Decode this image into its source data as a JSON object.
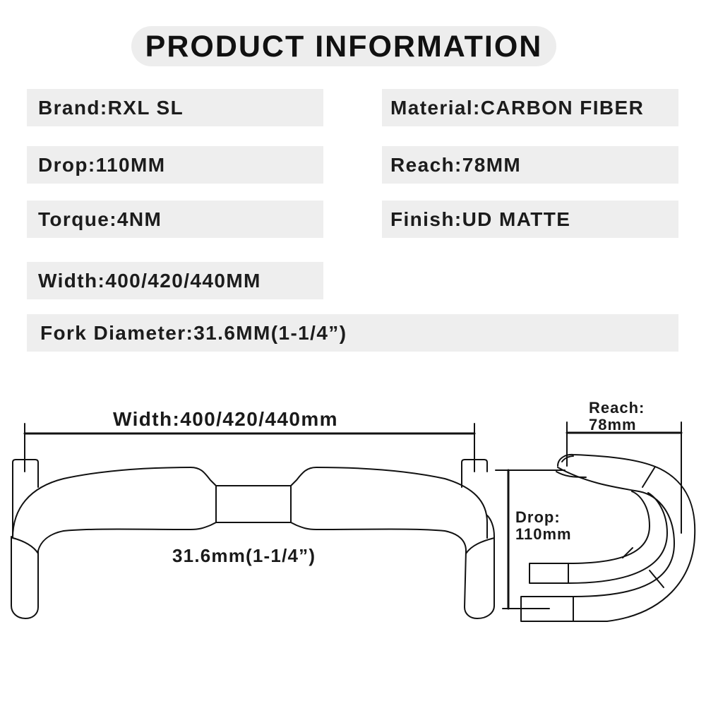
{
  "header": {
    "title": "PRODUCT INFORMATION"
  },
  "specs": {
    "brand": "Brand:RXL SL",
    "material": "Material:CARBON FIBER",
    "drop": "Drop:110MM",
    "reach": "Reach:78MM",
    "torque": "Torque:4NM",
    "finish": "Finish:UD MATTE",
    "width": "Width:400/420/440MM",
    "fork_diameter": "Fork Diameter:31.6MM(1-1/4”)"
  },
  "diagram": {
    "width_label": "Width:400/420/440mm",
    "clamp_label": "31.6mm(1-1/4”)",
    "reach_label_line1": "Reach:",
    "reach_label_line2": "78mm",
    "drop_label_line1": "Drop:",
    "drop_label_line2": "110mm"
  }
}
